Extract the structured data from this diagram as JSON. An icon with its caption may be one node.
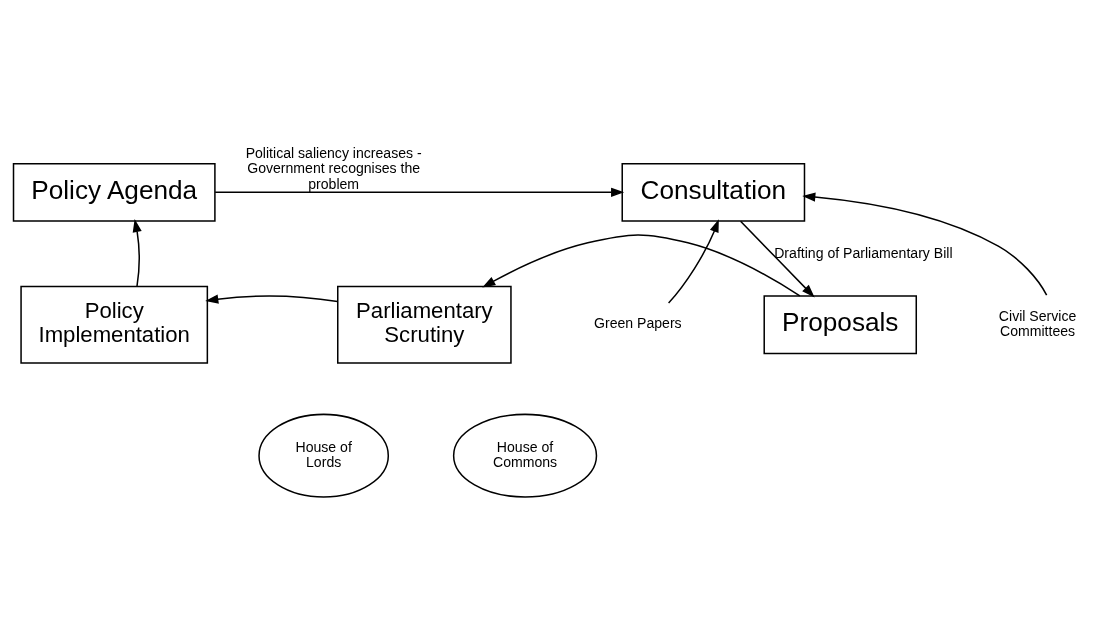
{
  "diagram": {
    "nodes": [
      {
        "text": [
          "Policy Agenda"
        ]
      },
      {
        "text": [
          "Consultation"
        ]
      },
      {
        "text": [
          "Civil Service Committees"
        ]
      },
      {
        "text": [
          "Green Papers"
        ]
      },
      {
        "text": [
          "Proposals"
        ]
      },
      {
        "text": [
          "Parliamentary Scrutiny"
        ]
      },
      {
        "text": [
          "Policy Implementation"
        ]
      },
      {
        "text": [
          "House of Lords"
        ]
      },
      {
        "text": [
          "House of Commons"
        ]
      }
    ],
    "edges": [
      {
        "from": 0,
        "to": 1,
        "arrow": "to",
        "label": "Political saliency increases - Government recognises the problem"
      },
      {
        "from": 2,
        "to": 1,
        "arrow": "to"
      },
      {
        "from": 3,
        "to": 1,
        "arrow": "to"
      },
      {
        "from": 1,
        "to": 4,
        "arrow": "to",
        "label": "Drafting of Parliamentary Bill"
      },
      {
        "from": 4,
        "to": 5,
        "arrow": "to"
      },
      {
        "from": 5,
        "to": 6,
        "arrow": "to"
      },
      {
        "from": 6,
        "to": 0,
        "arrow": "to"
      }
    ]
  }
}
